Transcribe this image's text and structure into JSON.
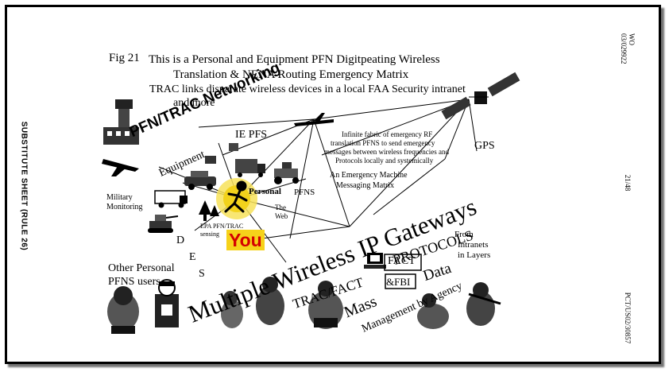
{
  "fig_label": "Fig 21",
  "title_line1": "This is a Personal and Equipment PFN Digitpeating Wireless",
  "title_line2": "Translation  & NENA Routing Emergency Matrix",
  "subtitle_line1": "TRAC links disparate wireless devices in a local FAA Security intranet",
  "subtitle_line2": "and more",
  "left_margin_text": "SUBSTITUTE SHEET (RULE 26)",
  "right_margin": {
    "wo": "WO 03/029922",
    "page": "21/48",
    "pct": "PCT/US02/30857"
  },
  "labels": {
    "pfn_trac_networking": "PFN/TRAC Networking",
    "equipment": "Equipment",
    "ie_pfs": "IE PFS",
    "infinite_1": "Infinite fabric of emergency RF",
    "infinite_2": "translation PFNS to send emergency",
    "infinite_3": "messages between wireless frequencies and",
    "infinite_4": "Protocols locally and systemically",
    "gps": "GPS",
    "emergency_machine_1": "An Emergency Machine",
    "emergency_machine_2": "Messaging Matrix",
    "personal": "Personal",
    "pfns": "PFNS",
    "the": "The",
    "web": "Web",
    "military_1": "Military",
    "military_2": "Monitoring",
    "epa_1": "EPA PFN/TRAC",
    "epa_2": "sensing",
    "you": "You",
    "multiple_wireless": "Multiple Wireless IP Gateways",
    "protocols": "PROTOCOLS",
    "from_1": "From",
    "from_2": "Intranets",
    "from_3": "in Layers",
    "d": "D",
    "e": "E",
    "s": "S",
    "other_personal_1": "Other Personal",
    "other_personal_2": "PFNS users",
    "trac_fact": "TRAC/FACT",
    "mass": "Mass",
    "fact": "FACT",
    "data": "Data",
    "fbi": "&FBI",
    "management": "Management by Agency"
  }
}
